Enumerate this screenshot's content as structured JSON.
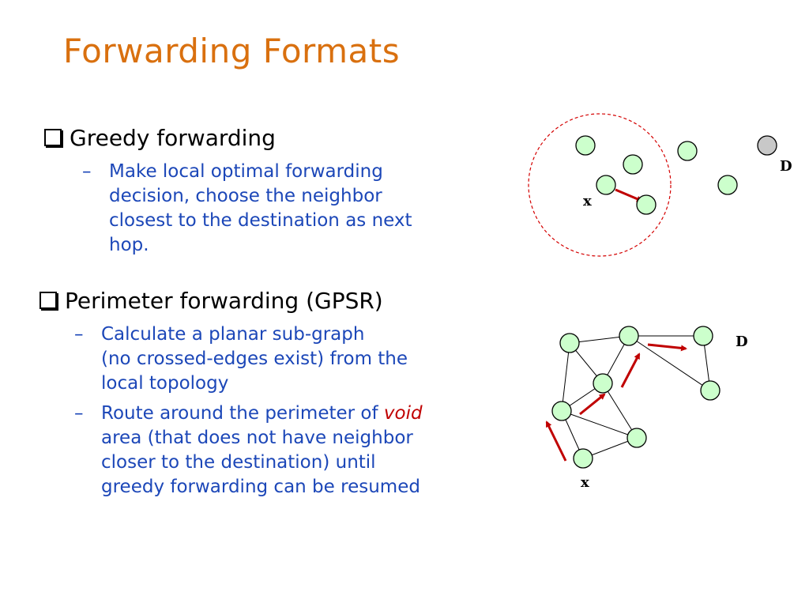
{
  "slide": {
    "title": "Forwarding Formats",
    "greedy": {
      "heading": "Greedy forwarding",
      "dash": "–",
      "points": [
        [
          "Make local optimal forwarding",
          "decision, choose the neighbor",
          "closest to the destination as next",
          "hop."
        ]
      ]
    },
    "perimeter": {
      "heading": "Perimeter forwarding (GPSR)",
      "dash": "–",
      "point1": [
        "Calculate a planar sub-graph",
        "(no crossed-edges exist) from the",
        "local topology"
      ],
      "point2_prefix": "Route around the perimeter of ",
      "point2_void": "void",
      "point2_rest": [
        "area (that does not have neighbor",
        "closer to the destination) until",
        "greedy forwarding can be resumed"
      ]
    }
  },
  "diagram1": {
    "source_label": "x",
    "dest_label": "D"
  },
  "diagram2": {
    "source_label": "x",
    "dest_label": "D"
  },
  "colors": {
    "title": "#d9700f",
    "body_text": "#1c47b8",
    "void": "#c00000",
    "node_fill": "#ccffcc",
    "dest_fill": "#c8c8c8",
    "arrow": "#c00000"
  }
}
